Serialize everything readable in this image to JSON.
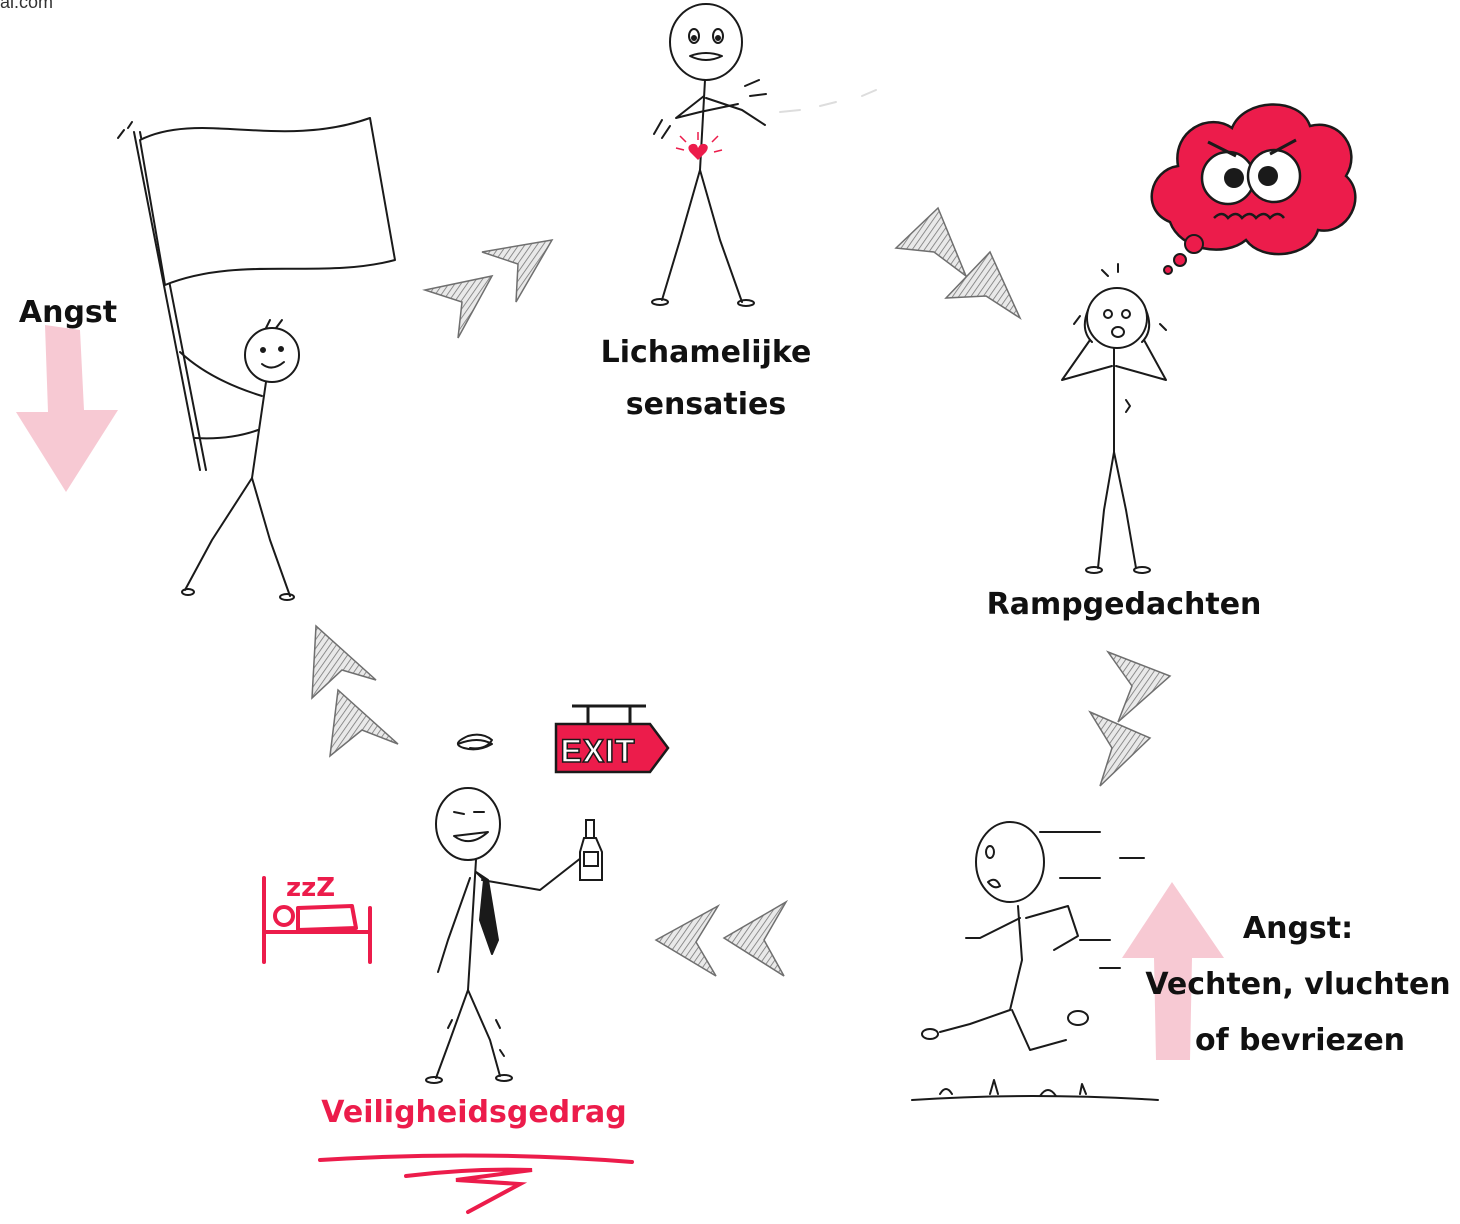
{
  "corner_text": "al.com",
  "colors": {
    "accent": "#ec1c4b",
    "pink": "#f7c9d3",
    "ink": "#1a1a1a",
    "arrow": "#8c8c8c"
  },
  "labels": {
    "angst": "Angst",
    "lichamelijke_1": "Lichamelijke",
    "lichamelijke_2": "sensaties",
    "rampgedachten": "Rampgedachten",
    "angst_fff_1": "Angst:",
    "angst_fff_2": "Vechten, vluchten",
    "angst_fff_3": "of bevriezen",
    "veiligheidsgedrag": "Veiligheidsgedrag"
  },
  "sign": {
    "text": "EXIT"
  },
  "sleep": {
    "text": "zzZ"
  },
  "icons": [
    "flag-figure",
    "body-sensation-figure",
    "worried-cloud",
    "catastrophic-thought-figure",
    "running-figure",
    "bed-icon",
    "exit-sign-icon",
    "bottle-icon",
    "down-arrow-icon",
    "up-arrow-icon"
  ]
}
